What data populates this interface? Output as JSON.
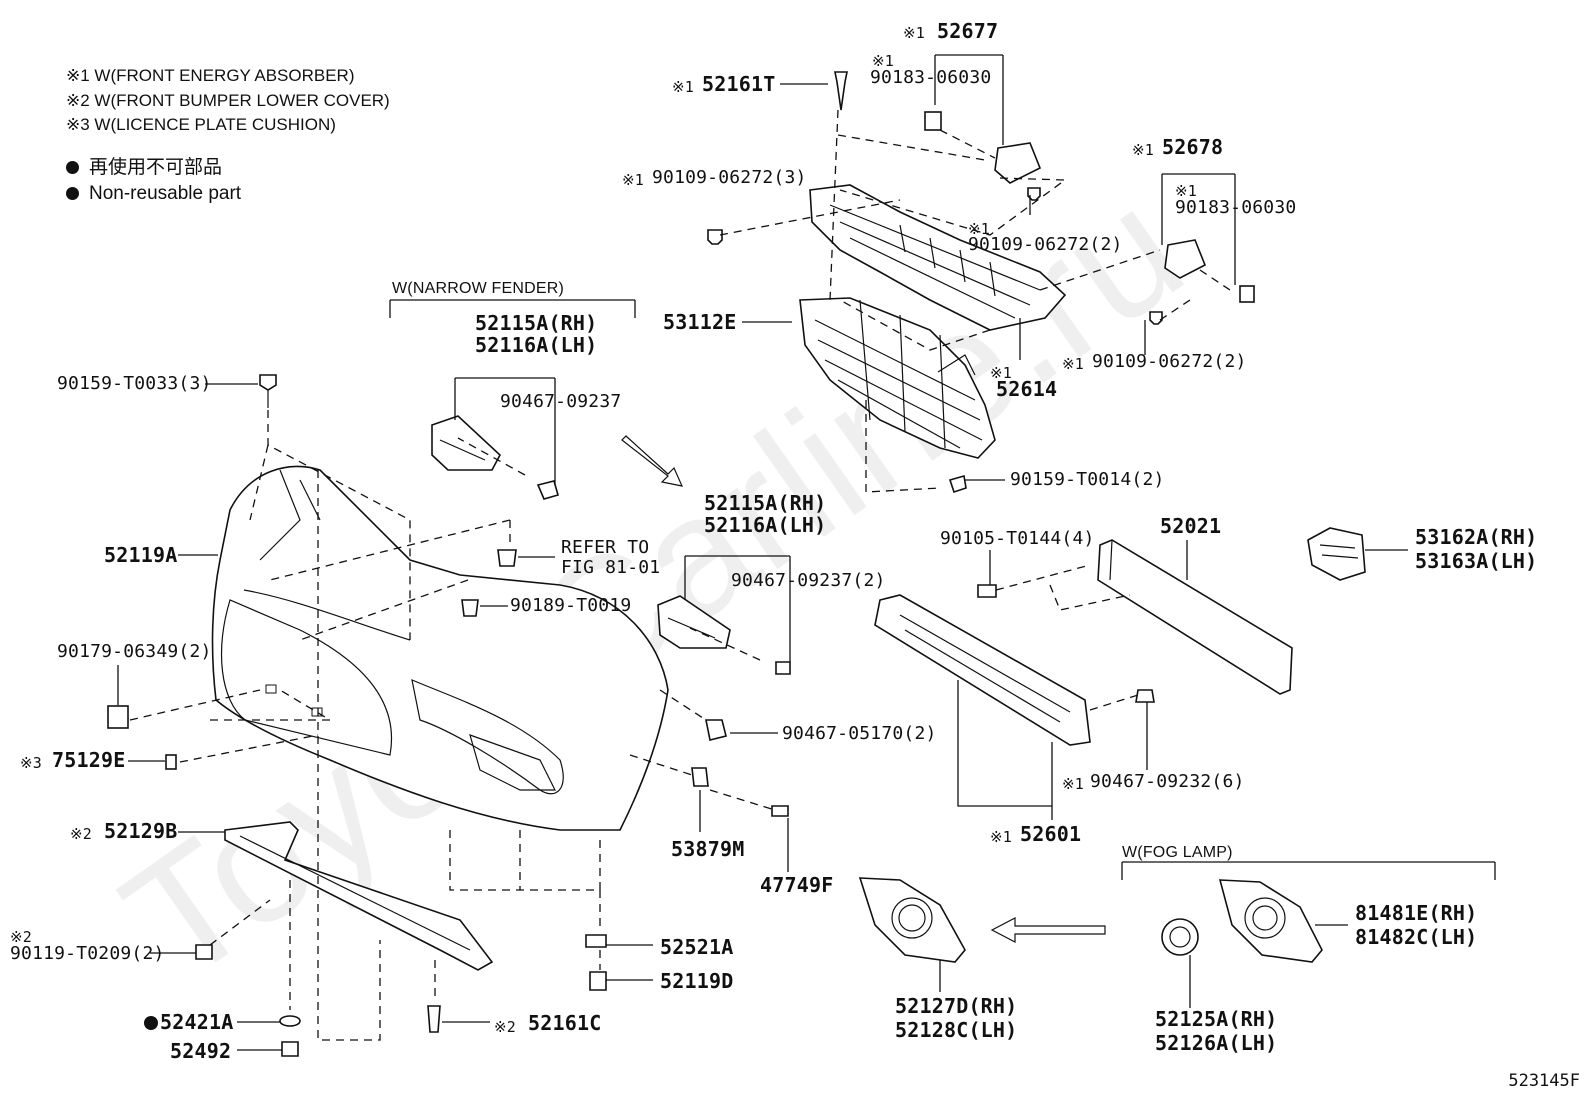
{
  "notes": [
    "※1 W(FRONT ENERGY ABSORBER)",
    "※2 W(FRONT BUMPER LOWER COVER)",
    "※3 W(LICENCE PLATE CUSHION)"
  ],
  "legend": {
    "line1": "再使用不可部品",
    "line2": "Non-reusable part"
  },
  "groups": {
    "narrow_fender": "W(NARROW FENDER)",
    "fog_lamp": "W(FOG LAMP)"
  },
  "parts": {
    "p52677": "52677",
    "m52677": "※1",
    "p90183a_mark": "※1",
    "p90183a": "90183-06030",
    "p52161T_mark": "※1",
    "p52161T": "52161T",
    "p90109a_mark": "※1",
    "p90109a": "90109-06272(3)",
    "p90109b_mark": "※1",
    "p90109b": "90109-06272(2)",
    "p52678_mark": "※1",
    "p52678": "52678",
    "p90183b_mark": "※1",
    "p90183b": "90183-06030",
    "p53112E": "53112E",
    "p52614_mark": "※1",
    "p52614": "52614",
    "p90109c_mark": "※1",
    "p90109c": "90109-06272(2)",
    "p52115a1": "52115A(RH)",
    "p52116a1": "52116A(LH)",
    "p90467a": "90467-09237",
    "p90159a": "90159-T0033(3)",
    "p52119A": "52119A",
    "refer1": "REFER TO",
    "refer2": "FIG 81-01",
    "p90189": "90189-T0019",
    "p52115a2": "52115A(RH)",
    "p52116a2": "52116A(LH)",
    "p90467b": "90467-09237(2)",
    "p90159b": "90159-T0014(2)",
    "p90105": "90105-T0144(4)",
    "p52021": "52021",
    "p53162": "53162A(RH)",
    "p53163": "53163A(LH)",
    "p90179": "90179-06349(2)",
    "p75129E_mark": "※3",
    "p75129E": "75129E",
    "p90467c": "90467-05170(2)",
    "p90467d_mark": "※1",
    "p90467d": "90467-09232(6)",
    "p52601_mark": "※1",
    "p52601": "52601",
    "p52129B_mark": "※2",
    "p52129B": "52129B",
    "p53879M": "53879M",
    "p47749F": "47749F",
    "p90119_mark": "※2",
    "p90119": "90119-T0209(2)",
    "p52521A": "52521A",
    "p52119D": "52119D",
    "p52421A": "52421A",
    "p52492": "52492",
    "p52161C_mark": "※2",
    "p52161C": "52161C",
    "p52127D": "52127D(RH)",
    "p52128C": "52128C(LH)",
    "p52125A": "52125A(RH)",
    "p52126A": "52126A(LH)",
    "p81481E": "81481E(RH)",
    "p81482C": "81482C(LH)"
  },
  "figure_code": "523145F",
  "watermark": "ToyotaCarline.ru",
  "icons": {
    "non_reusable": "filled-circle-icon"
  }
}
